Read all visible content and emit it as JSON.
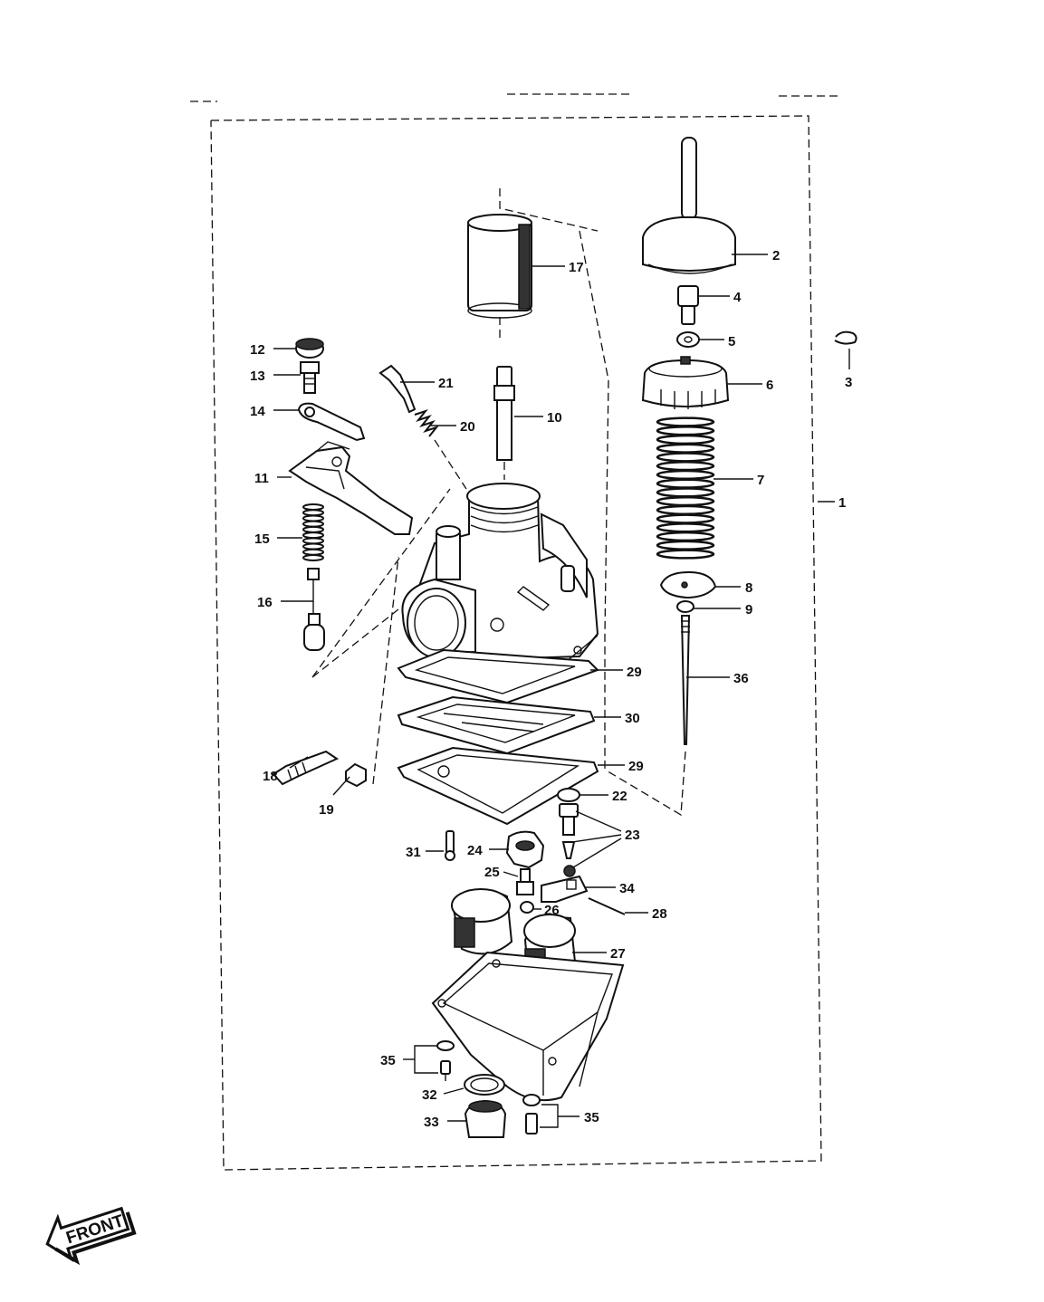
{
  "parts": [
    {
      "id": "1",
      "label": "1"
    },
    {
      "id": "2",
      "label": "2"
    },
    {
      "id": "3",
      "label": "3"
    },
    {
      "id": "4",
      "label": "4"
    },
    {
      "id": "5",
      "label": "5"
    },
    {
      "id": "6",
      "label": "6"
    },
    {
      "id": "7",
      "label": "7"
    },
    {
      "id": "8",
      "label": "8"
    },
    {
      "id": "9",
      "label": "9"
    },
    {
      "id": "10",
      "label": "10"
    },
    {
      "id": "11",
      "label": "11"
    },
    {
      "id": "12",
      "label": "12"
    },
    {
      "id": "13",
      "label": "13"
    },
    {
      "id": "14",
      "label": "14"
    },
    {
      "id": "15",
      "label": "15"
    },
    {
      "id": "16",
      "label": "16"
    },
    {
      "id": "17",
      "label": "17"
    },
    {
      "id": "18",
      "label": "18"
    },
    {
      "id": "19",
      "label": "19"
    },
    {
      "id": "20",
      "label": "20"
    },
    {
      "id": "21",
      "label": "21"
    },
    {
      "id": "22",
      "label": "22"
    },
    {
      "id": "23",
      "label": "23"
    },
    {
      "id": "24",
      "label": "24"
    },
    {
      "id": "25",
      "label": "25"
    },
    {
      "id": "26",
      "label": "26"
    },
    {
      "id": "27",
      "label": "27"
    },
    {
      "id": "28",
      "label": "28"
    },
    {
      "id": "29a",
      "label": "29"
    },
    {
      "id": "29b",
      "label": "29"
    },
    {
      "id": "30",
      "label": "30"
    },
    {
      "id": "31",
      "label": "31"
    },
    {
      "id": "32",
      "label": "32"
    },
    {
      "id": "33",
      "label": "33"
    },
    {
      "id": "34",
      "label": "34"
    },
    {
      "id": "35a",
      "label": "35"
    },
    {
      "id": "35b",
      "label": "35"
    },
    {
      "id": "36",
      "label": "36"
    }
  ],
  "front_arrow": {
    "text": "FRONT"
  }
}
